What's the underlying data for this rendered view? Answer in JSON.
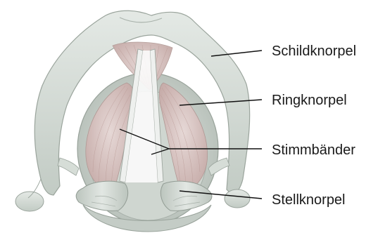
{
  "diagram": {
    "labels": [
      {
        "text": "Schildknorpel"
      },
      {
        "text": "Ringknorpel"
      },
      {
        "text": "Stimmbänder"
      },
      {
        "text": "Stellknorpel"
      }
    ]
  },
  "colors": {
    "cartilage": "#d5dcd6",
    "cartilage_shade": "#a9b3ab",
    "muscle": "#d9c6c4",
    "muscle_fiber": "#b89894",
    "background": "#ffffff",
    "leader_line": "#111111",
    "text": "#1a1a1a"
  }
}
